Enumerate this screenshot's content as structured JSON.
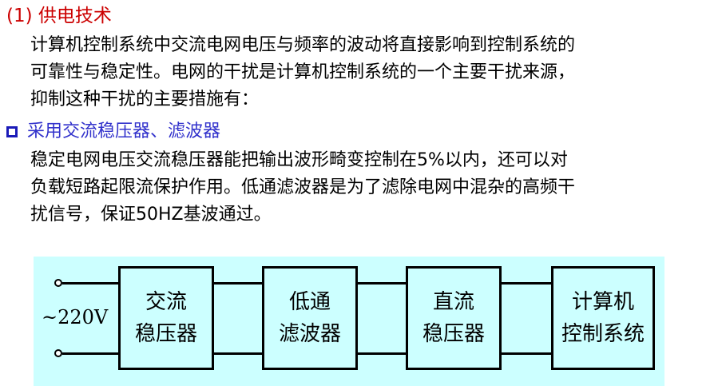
{
  "heading": "(1) 供电技术",
  "paragraph1": [
    "计算机控制系统中交流电网电压与频率的波动将直接影响到控制系统的",
    "可靠性与稳定性。电网的干扰是计算机控制系统的一个主要干扰来源，",
    "抑制这种干扰的主要措施有："
  ],
  "bullet": "采用交流稳压器、滤波器",
  "paragraph2": [
    "稳定电网电压交流稳压器能把输出波形畸变控制在5%以内，还可以对",
    "负载短路起限流保护作用。低通滤波器是为了滤除电网中混杂的高频干",
    "扰信号，保证50HZ基波通过。"
  ],
  "diagram": {
    "source_label": "~220V",
    "blocks": [
      {
        "line1": "交流",
        "line2": "稳压器"
      },
      {
        "line1": "低通",
        "line2": "滤波器"
      },
      {
        "line1": "直流",
        "line2": "稳压器"
      },
      {
        "line1": "计算机",
        "line2": "控制系统"
      }
    ],
    "background": "#ccffff"
  },
  "colors": {
    "heading": "#cc0000",
    "bullet_text": "#3333cc",
    "bullet_box": "#1a1ab8"
  }
}
